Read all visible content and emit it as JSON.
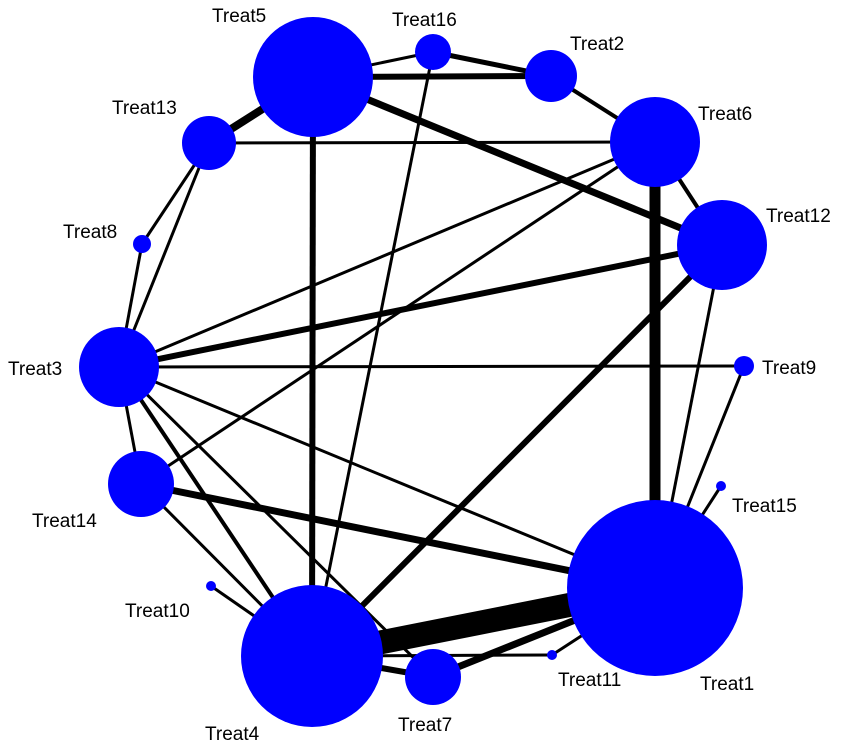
{
  "network": {
    "node_color": "#0000FF",
    "edge_color": "#000000",
    "background": "#FFFFFF",
    "nodes": [
      {
        "id": "Treat1",
        "label": "Treat1"
      },
      {
        "id": "Treat2",
        "label": "Treat2"
      },
      {
        "id": "Treat3",
        "label": "Treat3"
      },
      {
        "id": "Treat4",
        "label": "Treat4"
      },
      {
        "id": "Treat5",
        "label": "Treat5"
      },
      {
        "id": "Treat6",
        "label": "Treat6"
      },
      {
        "id": "Treat7",
        "label": "Treat7"
      },
      {
        "id": "Treat8",
        "label": "Treat8"
      },
      {
        "id": "Treat9",
        "label": "Treat9"
      },
      {
        "id": "Treat10",
        "label": "Treat10"
      },
      {
        "id": "Treat11",
        "label": "Treat11"
      },
      {
        "id": "Treat12",
        "label": "Treat12"
      },
      {
        "id": "Treat13",
        "label": "Treat13"
      },
      {
        "id": "Treat14",
        "label": "Treat14"
      },
      {
        "id": "Treat15",
        "label": "Treat15"
      },
      {
        "id": "Treat16",
        "label": "Treat16"
      }
    ],
    "edges": [
      {
        "from": "Treat4",
        "to": "Treat1"
      },
      {
        "from": "Treat5",
        "to": "Treat12"
      },
      {
        "from": "Treat5",
        "to": "Treat13"
      },
      {
        "from": "Treat5",
        "to": "Treat4"
      },
      {
        "from": "Treat5",
        "to": "Treat16"
      },
      {
        "from": "Treat5",
        "to": "Treat2"
      },
      {
        "from": "Treat16",
        "to": "Treat2"
      },
      {
        "from": "Treat16",
        "to": "Treat4"
      },
      {
        "from": "Treat2",
        "to": "Treat6"
      },
      {
        "from": "Treat13",
        "to": "Treat6"
      },
      {
        "from": "Treat13",
        "to": "Treat3"
      },
      {
        "from": "Treat13",
        "to": "Treat8"
      },
      {
        "from": "Treat6",
        "to": "Treat12"
      },
      {
        "from": "Treat6",
        "to": "Treat1"
      },
      {
        "from": "Treat6",
        "to": "Treat3"
      },
      {
        "from": "Treat6",
        "to": "Treat14"
      },
      {
        "from": "Treat12",
        "to": "Treat3"
      },
      {
        "from": "Treat12",
        "to": "Treat4"
      },
      {
        "from": "Treat12",
        "to": "Treat1"
      },
      {
        "from": "Treat8",
        "to": "Treat3"
      },
      {
        "from": "Treat3",
        "to": "Treat9"
      },
      {
        "from": "Treat3",
        "to": "Treat14"
      },
      {
        "from": "Treat3",
        "to": "Treat1"
      },
      {
        "from": "Treat3",
        "to": "Treat4"
      },
      {
        "from": "Treat3",
        "to": "Treat7"
      },
      {
        "from": "Treat14",
        "to": "Treat1"
      },
      {
        "from": "Treat14",
        "to": "Treat4"
      },
      {
        "from": "Treat10",
        "to": "Treat4"
      },
      {
        "from": "Treat9",
        "to": "Treat1"
      },
      {
        "from": "Treat15",
        "to": "Treat1"
      },
      {
        "from": "Treat7",
        "to": "Treat1"
      },
      {
        "from": "Treat7",
        "to": "Treat4"
      },
      {
        "from": "Treat11",
        "to": "Treat1"
      },
      {
        "from": "Treat11",
        "to": "Treat4"
      }
    ]
  }
}
